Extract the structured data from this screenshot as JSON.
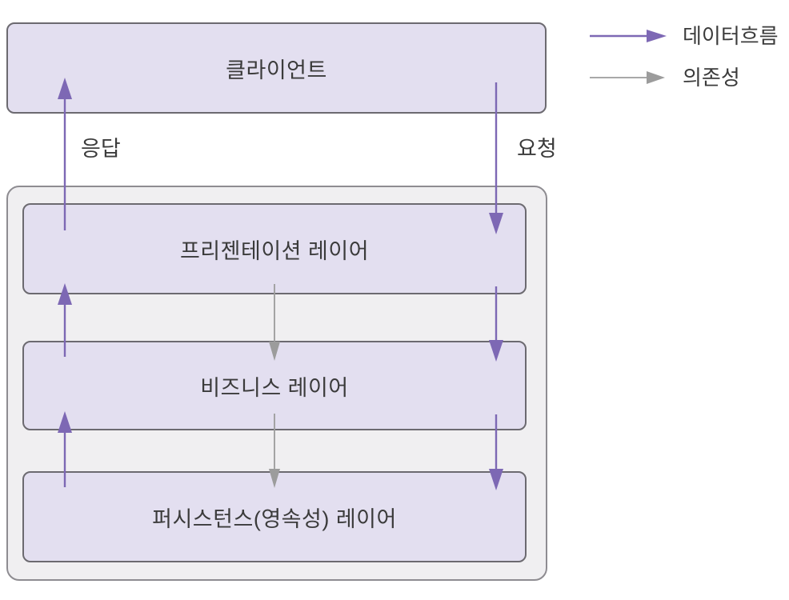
{
  "colors": {
    "data_flow": "#7D68B4",
    "dependency": "#9C9C9C",
    "box_fill": "#E3DFF0",
    "box_border": "#6C6A70",
    "container_fill": "#F0EFF1",
    "container_border": "#8E8C91",
    "text": "#3B3B3B",
    "background": "#FFFFFF"
  },
  "client": {
    "label": "클라이언트"
  },
  "layers": [
    {
      "label": "프리젠테이션 레이어"
    },
    {
      "label": "비즈니스 레이어"
    },
    {
      "label": "퍼시스턴스(영속성) 레이어"
    }
  ],
  "flow_labels": {
    "response": "응답",
    "request": "요청"
  },
  "legend": {
    "data_flow": {
      "label": "데이터흐름",
      "color": "#7D68B4"
    },
    "dependency": {
      "label": "의존성",
      "color": "#9C9C9C"
    }
  }
}
